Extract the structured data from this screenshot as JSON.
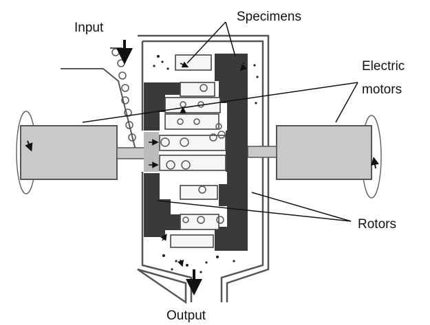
{
  "labels": {
    "input": "Input",
    "specimens": "Specimens",
    "electric_motors_line1": "Electric",
    "electric_motors_line2": "motors",
    "rotors": "Rotors",
    "output": "Output"
  },
  "colors": {
    "motor_fill": "#c9c9c9",
    "rotor_dark": "#3a3a3a",
    "casing_stroke": "#555555",
    "line": "#111111",
    "background": "#ffffff"
  }
}
